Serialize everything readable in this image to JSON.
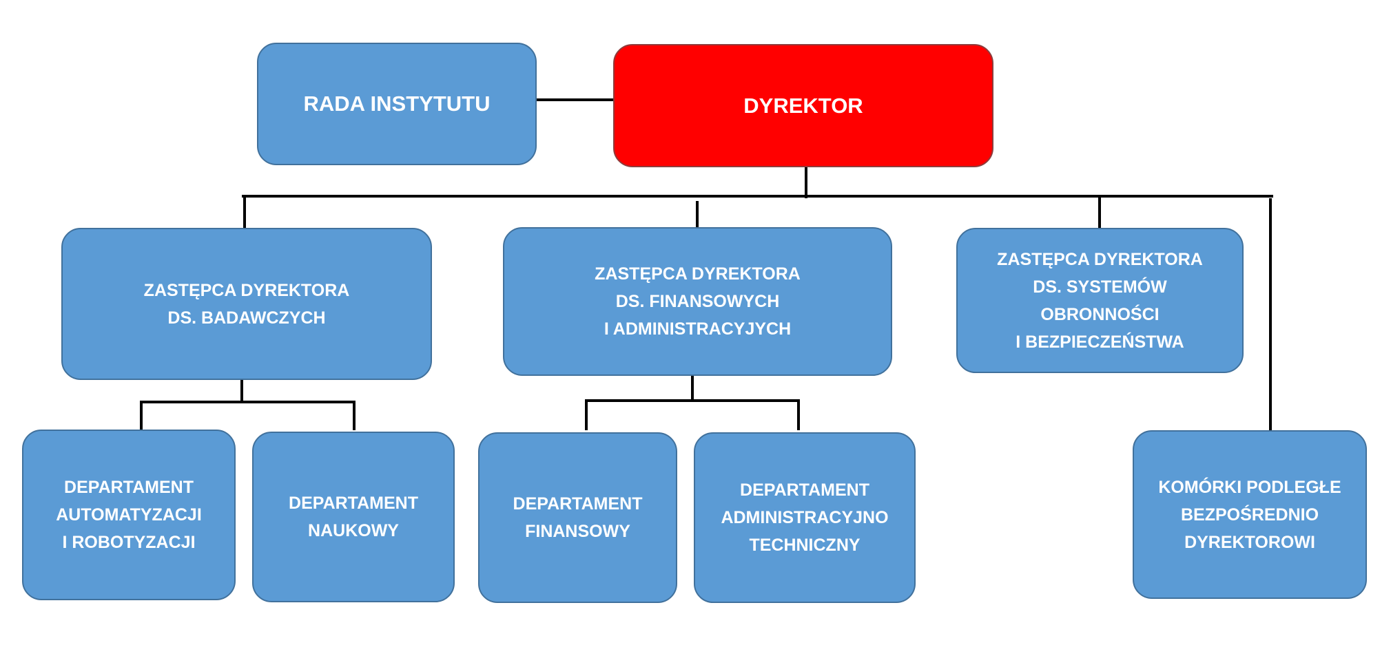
{
  "colors": {
    "box_fill": "#5b9bd5",
    "box_border": "#41719c",
    "director_fill": "#ff0000",
    "connector": "#000000",
    "text": "#ffffff"
  },
  "nodes": {
    "rada": {
      "lines": [
        "RADA INSTYTUTU"
      ]
    },
    "dyrektor": {
      "lines": [
        "DYREKTOR"
      ]
    },
    "zastepca_badawczych": {
      "lines": [
        "ZASTĘPCA DYREKTORA",
        "DS. BADAWCZYCH"
      ]
    },
    "zastepca_finansowych": {
      "lines": [
        "ZASTĘPCA DYREKTORA",
        "DS. FINANSOWYCH",
        "I ADMINISTRACYJYCH"
      ]
    },
    "zastepca_obronnosci": {
      "lines": [
        "ZASTĘPCA DYREKTORA",
        "DS. SYSTEMÓW",
        "OBRONNOŚCI",
        "I BEZPIECZEŃSTWA"
      ]
    },
    "dep_automatyzacji": {
      "lines": [
        "DEPARTAMENT",
        "AUTOMATYZACJI",
        "I ROBOTYZACJI"
      ]
    },
    "dep_naukowy": {
      "lines": [
        "DEPARTAMENT",
        "NAUKOWY"
      ]
    },
    "dep_finansowy": {
      "lines": [
        "DEPARTAMENT",
        "FINANSOWY"
      ]
    },
    "dep_administracyjno": {
      "lines": [
        "DEPARTAMENT",
        "ADMINISTRACYJNO",
        "TECHNICZNY"
      ]
    },
    "komorki": {
      "lines": [
        "KOMÓRKI PODLEGŁE",
        "BEZPOŚREDNIO",
        "DYREKTOROWI"
      ]
    }
  }
}
